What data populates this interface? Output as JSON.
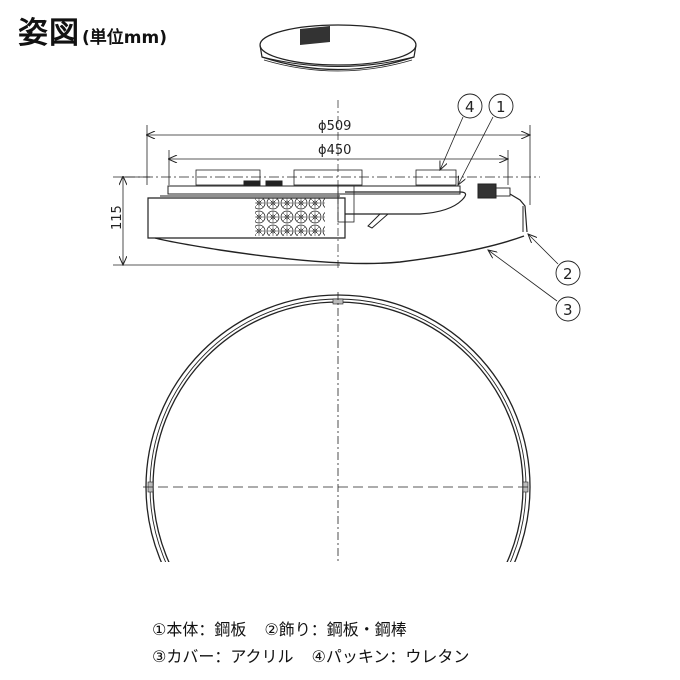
{
  "title": {
    "main": "姿図",
    "unit": "(単位mm)"
  },
  "dimensions": {
    "outer_diameter": "ϕ509",
    "inner_diameter": "ϕ450",
    "height": "115"
  },
  "callouts": [
    {
      "id": "1",
      "label": "①"
    },
    {
      "id": "2",
      "label": "②"
    },
    {
      "id": "3",
      "label": "③"
    },
    {
      "id": "4",
      "label": "④"
    }
  ],
  "callout_numbers": {
    "c1": "1",
    "c2": "2",
    "c3": "3",
    "c4": "4"
  },
  "parts_legend": {
    "row1": [
      "①本体：鋼板",
      "②飾り：鋼板・鋼棒"
    ],
    "row2": [
      "③カバー：アクリル",
      "④パッキン：ウレタン"
    ]
  },
  "colors": {
    "line": "#222222",
    "background": "#ffffff"
  }
}
